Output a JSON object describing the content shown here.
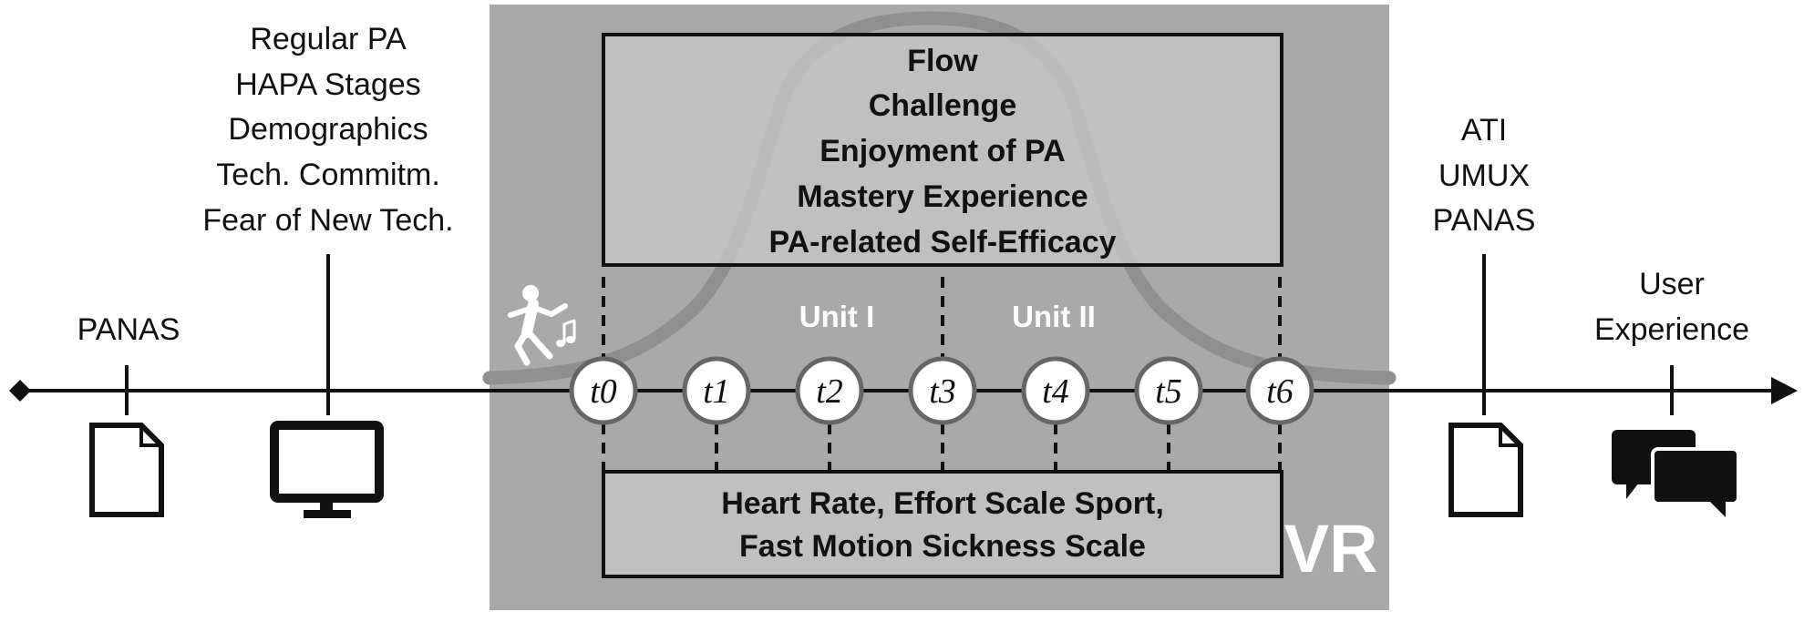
{
  "pre_vr": {
    "panas_label": "PANAS",
    "questionnaire_items": [
      "Regular PA",
      "HAPA Stages",
      "Demographics",
      "Tech. Commitm.",
      "Fear of New Tech."
    ]
  },
  "vr_phase": {
    "label": "VR",
    "top_measures": [
      "Flow",
      "Challenge",
      "Enjoyment of PA",
      "Mastery Experience",
      "PA-related Self-Efficacy"
    ],
    "units": [
      "Unit I",
      "Unit II"
    ],
    "timepoints": [
      "t0",
      "t1",
      "t2",
      "t3",
      "t4",
      "t5",
      "t6"
    ],
    "bottom_measures": [
      "Heart Rate, Effort Scale Sport,",
      "Fast Motion Sickness Scale"
    ]
  },
  "post_vr": {
    "questionnaire_items": [
      "ATI",
      "UMUX",
      "PANAS"
    ],
    "interview_lines": [
      "User",
      "Experience"
    ]
  },
  "icons": {
    "document": "document-icon",
    "monitor": "monitor-icon",
    "dancer": "dancer-icon",
    "chat": "chat-bubbles-icon"
  },
  "colors": {
    "vr_background": "#a9a9a9",
    "box_fill": "#c4c4c4",
    "intensity_curve": "#8f8f8f",
    "line": "#111111"
  }
}
